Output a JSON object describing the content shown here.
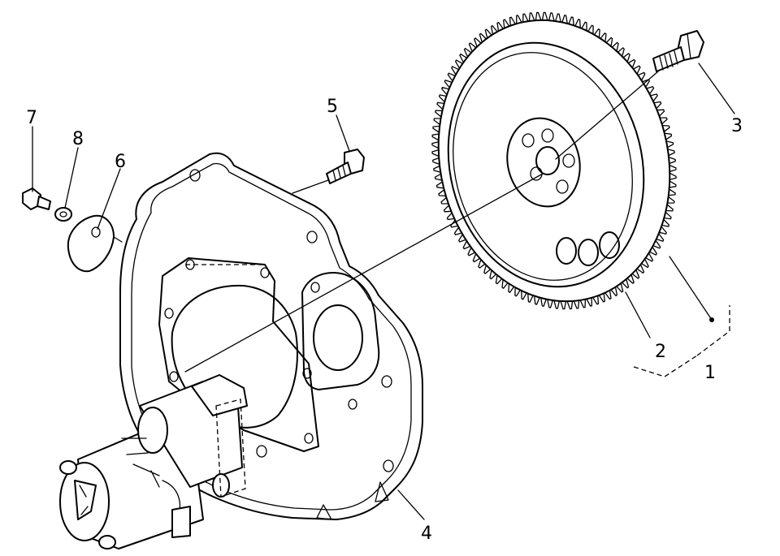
{
  "diagram": {
    "callouts": [
      {
        "id": "1",
        "label": "1"
      },
      {
        "id": "2",
        "label": "2"
      },
      {
        "id": "3",
        "label": "3"
      },
      {
        "id": "4",
        "label": "4"
      },
      {
        "id": "5",
        "label": "5"
      },
      {
        "id": "6",
        "label": "6"
      },
      {
        "id": "7",
        "label": "7"
      },
      {
        "id": "8",
        "label": "8"
      }
    ],
    "parts": {
      "flywheel_teeth": 110
    }
  }
}
